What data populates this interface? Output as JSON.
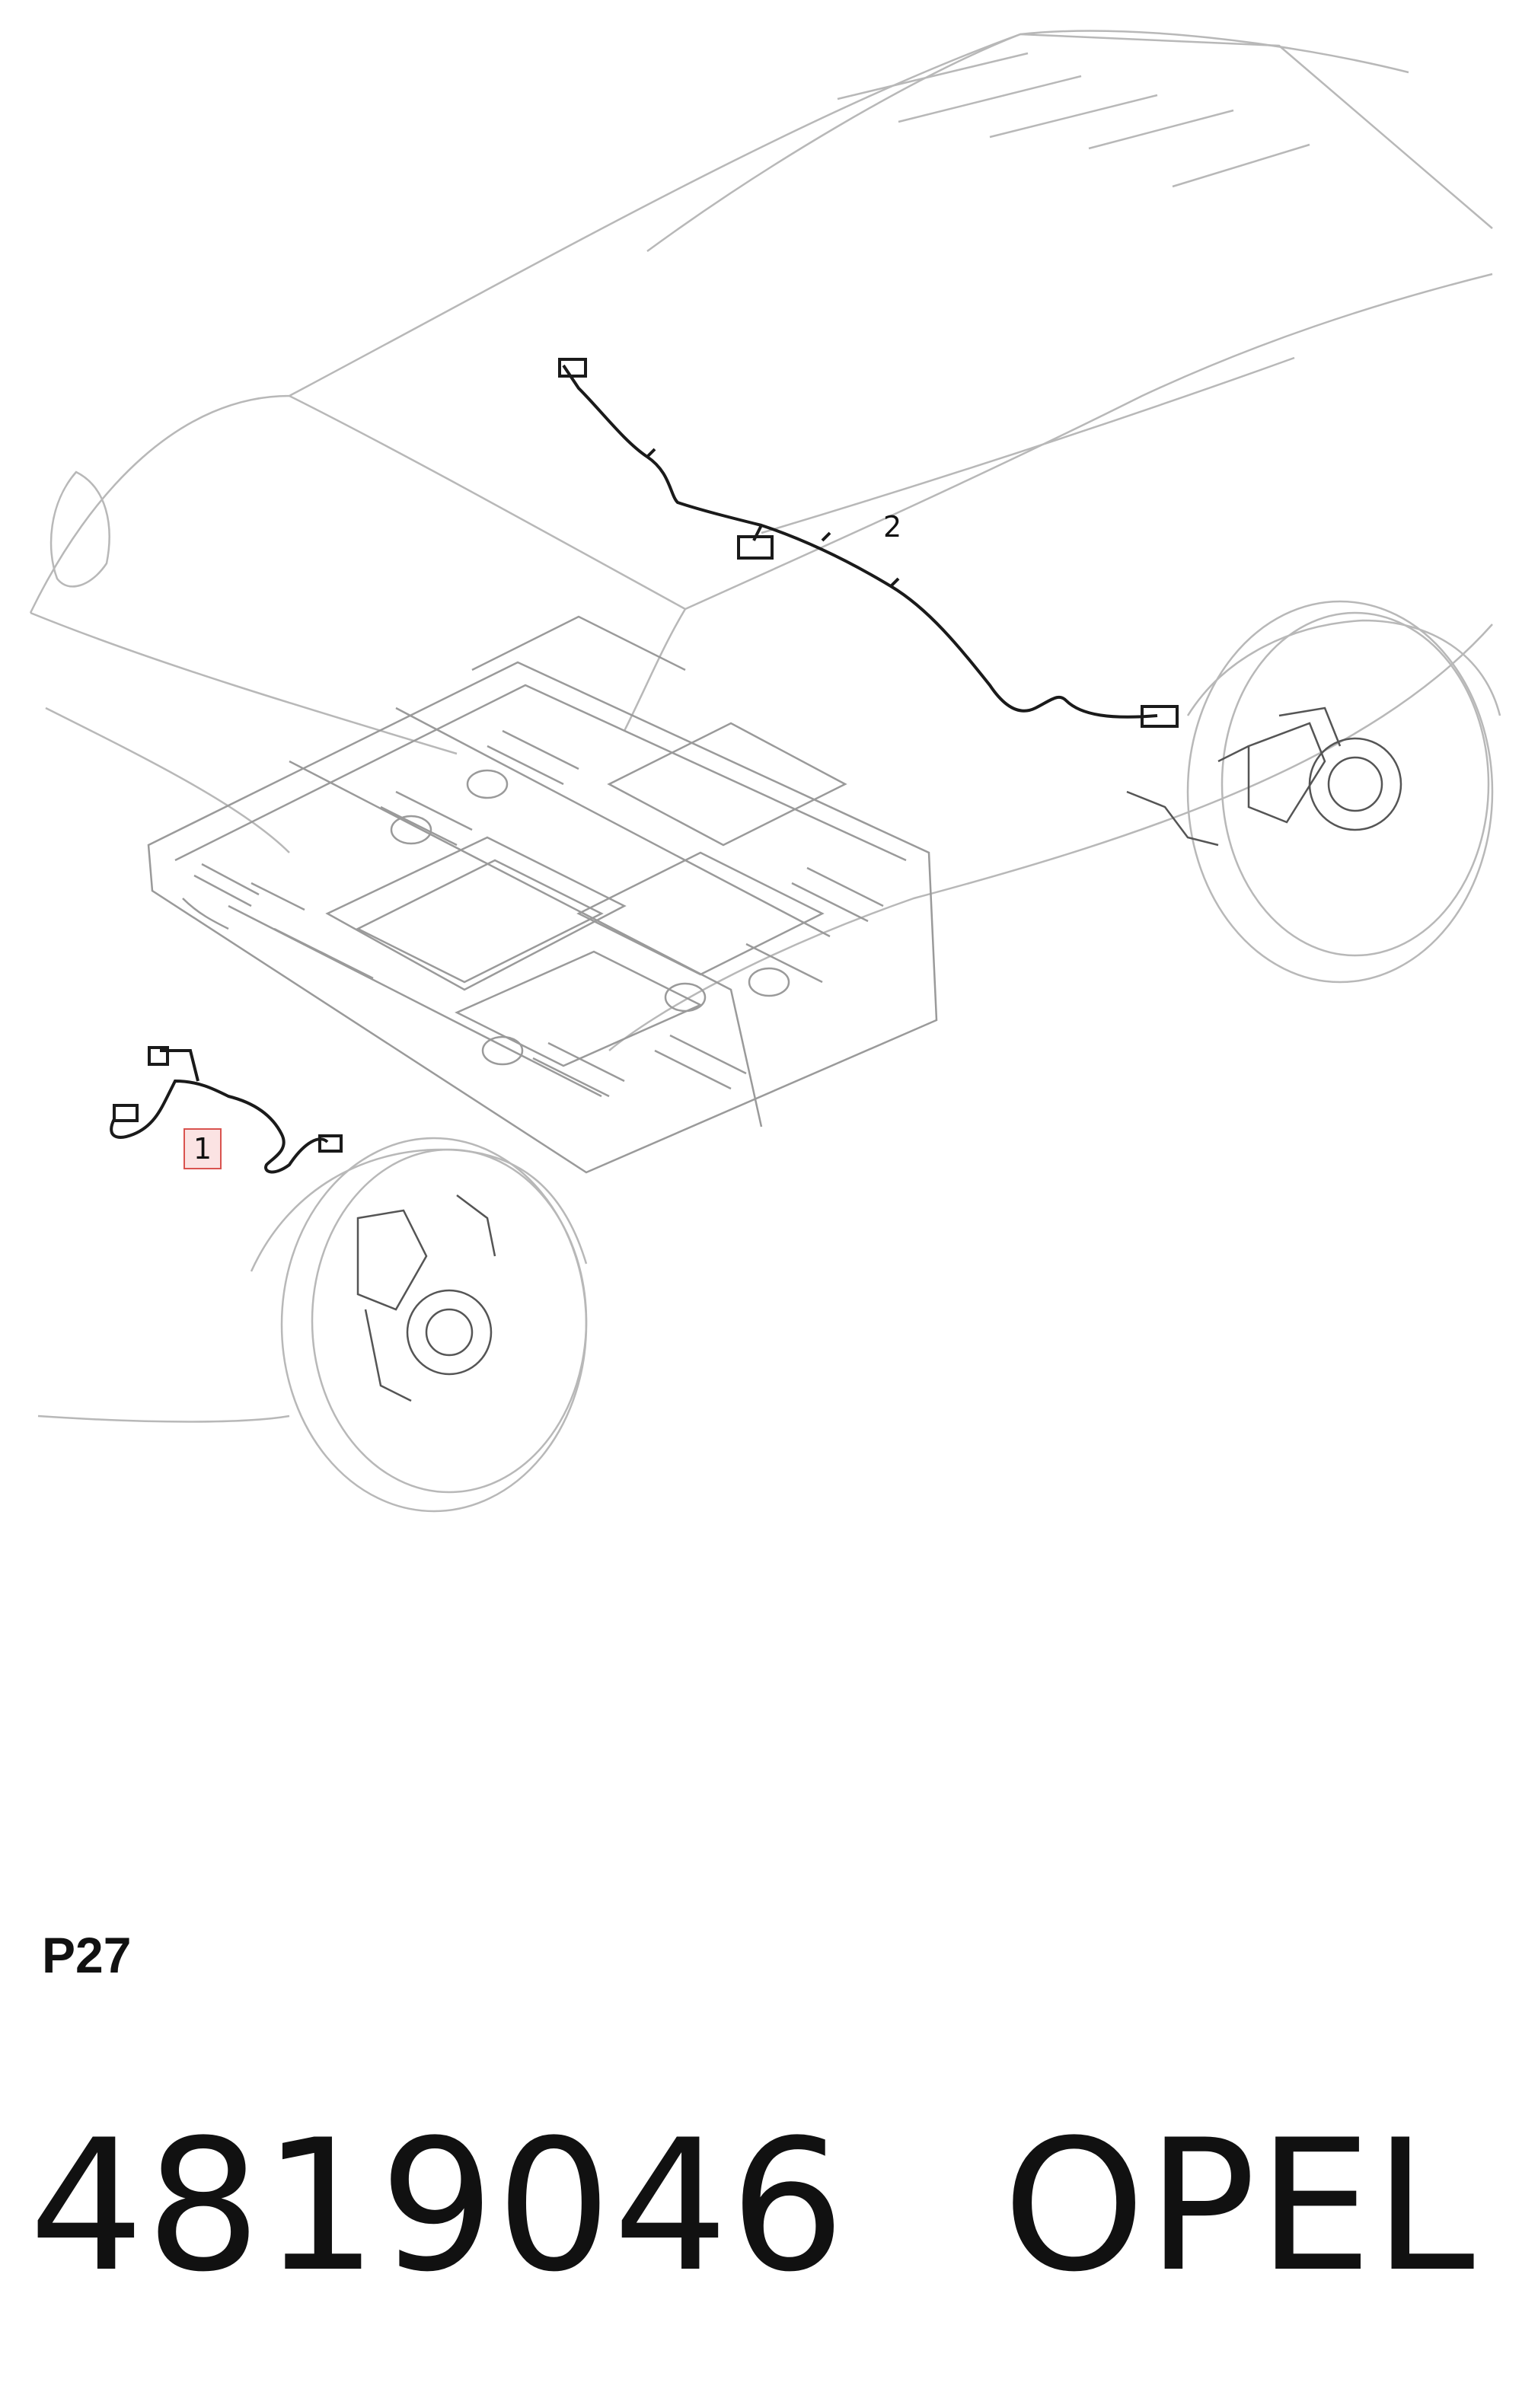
{
  "diagram": {
    "callouts": [
      {
        "label": "1",
        "highlighted": true,
        "highlight_color": "#d9534f"
      },
      {
        "label": "2",
        "highlighted": false
      }
    ],
    "line_color": "#b8b8b8",
    "harness_color": "#1a1a1a"
  },
  "page_code": "P27",
  "footer": {
    "part_number": "4819046",
    "brand": "OPEL"
  }
}
